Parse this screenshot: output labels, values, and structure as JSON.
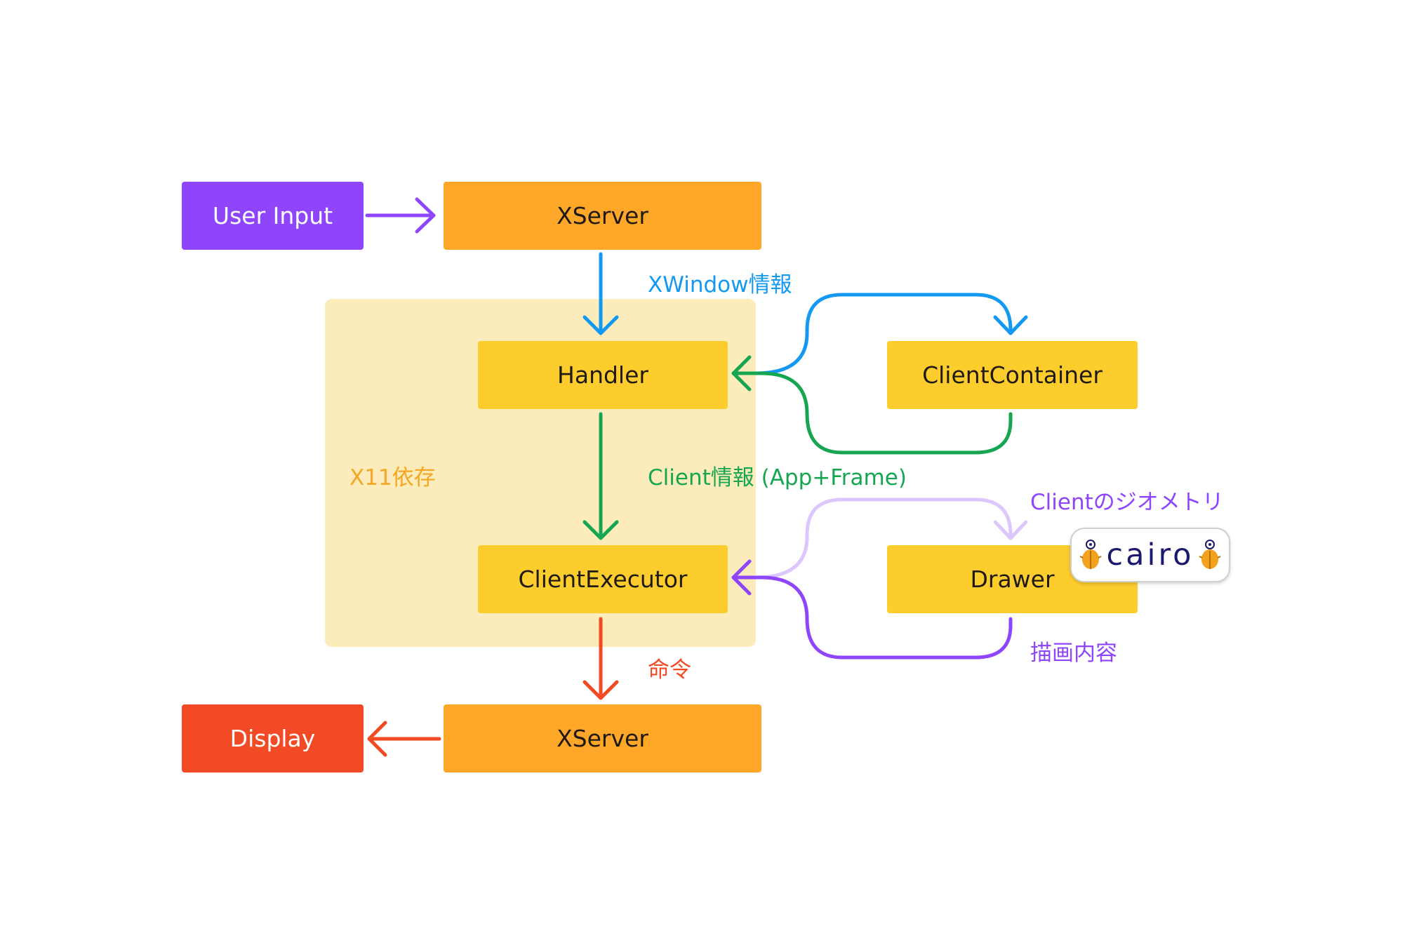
{
  "colors": {
    "purple": "#8e45fb",
    "orange": "#fea729",
    "yellow": "#fdcd2e",
    "red": "#f14a24",
    "zone": "#fdecbb",
    "blue": "#1499f2",
    "green": "#16a652",
    "light_purple": "#ddc6fd",
    "zone_label": "#f5a623"
  },
  "nodes": {
    "user_input": "User Input",
    "xserver_top": "XServer",
    "handler": "Handler",
    "client_container": "ClientContainer",
    "client_executor": "ClientExecutor",
    "drawer": "Drawer",
    "xserver_bottom": "XServer",
    "display": "Display"
  },
  "labels": {
    "zone": "X11依存",
    "xwindow_info": "XWindow情報",
    "client_info": "Client情報 (App+Frame)",
    "client_geometry": "Clientのジオメトリ",
    "draw_content": "描画内容",
    "command": "命令"
  },
  "badge": {
    "text": "cairo",
    "icon": "scarab-beetle-icon"
  }
}
